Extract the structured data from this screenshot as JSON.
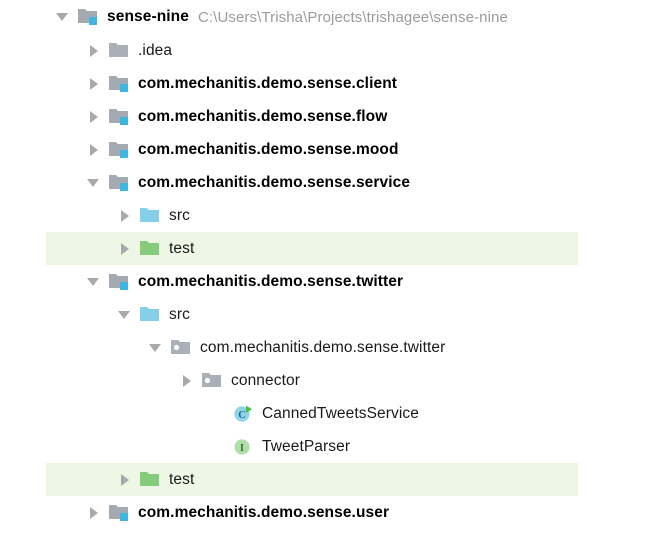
{
  "panel": {
    "name": "project-tool-window",
    "type": "file-tree"
  },
  "colors": {
    "module_folder_body": "#a3aab1",
    "module_badge": "#3fb6e0",
    "plain_folder": "#a9b0b7",
    "package_folder": "#a9b0b7",
    "source_folder_blue": "#86cfe8",
    "test_folder_green": "#85cb7c",
    "class_icon_blue": "#8fd4ea",
    "class_letter": "#1f6a86",
    "interface_icon_green": "#b0dfa8",
    "interface_letter": "#3a6b34",
    "run_marker_green": "#4fbf3f",
    "row_highlight": "#eef7e6",
    "twisty_gray": "#a9a9a9",
    "label_text": "#1a1a1a",
    "path_text": "#9b9b9b"
  },
  "tree": {
    "rows": [
      {
        "label": "sense-nine",
        "secondary": "C:\\Users\\Trisha\\Projects\\trishagee\\sense-nine",
        "depth": 0,
        "icon": "module-folder-icon",
        "state": "expanded",
        "bold": true,
        "highlighted": false
      },
      {
        "label": ".idea",
        "secondary": "",
        "depth": 1,
        "icon": "folder-icon",
        "state": "collapsed",
        "bold": false,
        "highlighted": false
      },
      {
        "label": "com.mechanitis.demo.sense.client",
        "secondary": "",
        "depth": 1,
        "icon": "module-folder-icon",
        "state": "collapsed",
        "bold": true,
        "highlighted": false
      },
      {
        "label": "com.mechanitis.demo.sense.flow",
        "secondary": "",
        "depth": 1,
        "icon": "module-folder-icon",
        "state": "collapsed",
        "bold": true,
        "highlighted": false
      },
      {
        "label": "com.mechanitis.demo.sense.mood",
        "secondary": "",
        "depth": 1,
        "icon": "module-folder-icon",
        "state": "collapsed",
        "bold": true,
        "highlighted": false
      },
      {
        "label": "com.mechanitis.demo.sense.service",
        "secondary": "",
        "depth": 1,
        "icon": "module-folder-icon",
        "state": "expanded",
        "bold": true,
        "highlighted": false
      },
      {
        "label": "src",
        "secondary": "",
        "depth": 2,
        "icon": "source-folder-icon",
        "state": "collapsed",
        "bold": false,
        "highlighted": false
      },
      {
        "label": "test",
        "secondary": "",
        "depth": 2,
        "icon": "test-folder-icon",
        "state": "collapsed",
        "bold": false,
        "highlighted": true
      },
      {
        "label": "com.mechanitis.demo.sense.twitter",
        "secondary": "",
        "depth": 1,
        "icon": "module-folder-icon",
        "state": "expanded",
        "bold": true,
        "highlighted": false
      },
      {
        "label": "src",
        "secondary": "",
        "depth": 2,
        "icon": "source-folder-icon",
        "state": "expanded",
        "bold": false,
        "highlighted": false
      },
      {
        "label": "com.mechanitis.demo.sense.twitter",
        "secondary": "",
        "depth": 3,
        "icon": "package-folder-icon",
        "state": "expanded",
        "bold": false,
        "highlighted": false
      },
      {
        "label": "connector",
        "secondary": "",
        "depth": 4,
        "icon": "package-folder-icon",
        "state": "collapsed",
        "bold": false,
        "highlighted": false
      },
      {
        "label": "CannedTweetsService",
        "secondary": "",
        "depth": 5,
        "icon": "java-class-runnable-icon",
        "state": "leaf",
        "bold": false,
        "highlighted": false
      },
      {
        "label": "TweetParser",
        "secondary": "",
        "depth": 5,
        "icon": "java-interface-icon",
        "state": "leaf",
        "bold": false,
        "highlighted": false
      },
      {
        "label": "test",
        "secondary": "",
        "depth": 2,
        "icon": "test-folder-icon",
        "state": "collapsed",
        "bold": false,
        "highlighted": true
      },
      {
        "label": "com.mechanitis.demo.sense.user",
        "secondary": "",
        "depth": 1,
        "icon": "module-folder-icon",
        "state": "collapsed",
        "bold": true,
        "highlighted": false
      }
    ]
  }
}
